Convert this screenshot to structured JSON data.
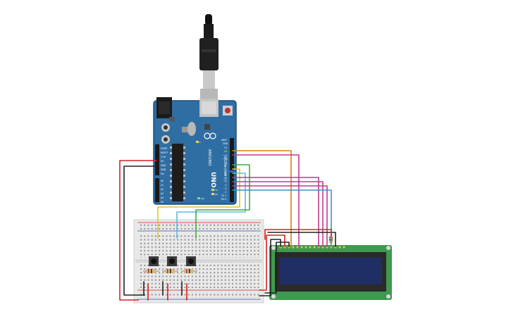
{
  "colors": {
    "board_blue": "#2f6ea3",
    "board_dark": "#1f4f7a",
    "wire_red": "#d62020",
    "wire_black": "#222222",
    "wire_yellow": "#e6c619",
    "wire_orange": "#e07d10",
    "wire_magenta": "#c03a8c",
    "wire_green": "#3cae3c",
    "wire_blue": "#3a8fd6",
    "wire_cyan": "#61b7e5",
    "lcd_pcb": "#3f9a4f",
    "lcd_screen": "#1f2f66",
    "breadboard": "#e9e9e9"
  },
  "arduino": {
    "brand": "ARDUINO",
    "model": "UNO",
    "header_digital": "DIGITAL (PWM ~)",
    "power_labels": [
      "IOREF",
      "RESET",
      "3.3V",
      "5V",
      "GND",
      "GND",
      "Vin"
    ],
    "analog_labels": [
      "A0",
      "A1",
      "A2",
      "A3",
      "A4",
      "A5"
    ],
    "digital_top_labels": [
      "AREF",
      "GND",
      "13",
      "12",
      "~11",
      "~10",
      "~9",
      "8"
    ],
    "digital_bottom_labels": [
      "7",
      "~6",
      "~5",
      "4",
      "~3",
      "2",
      "TX 1",
      "RX 0"
    ],
    "status_leds": [
      "L",
      "TX",
      "RX",
      "ON"
    ]
  },
  "icons": [
    "usb-cable-icon",
    "usb-port-icon",
    "power-jack-icon",
    "reset-button-icon",
    "chip-icon"
  ]
}
